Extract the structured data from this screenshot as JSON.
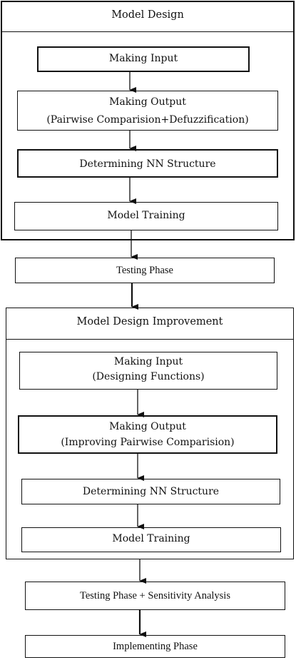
{
  "sections": [
    {
      "title": "Model Design",
      "steps": [
        {
          "lines": [
            "Making Input"
          ]
        },
        {
          "lines": [
            "Making Output",
            "(Pairwise Comparision+Defuzzification)"
          ]
        },
        {
          "lines": [
            "Determining NN Structure"
          ]
        },
        {
          "lines": [
            "Model Training"
          ]
        }
      ]
    },
    {
      "title": "Model Design Improvement",
      "steps": [
        {
          "lines": [
            "Making Input",
            "(Designing Functions)"
          ]
        },
        {
          "lines": [
            "Making Output",
            "(Improving Pairwise Comparision)"
          ]
        },
        {
          "lines": [
            "Determining NN Structure"
          ]
        },
        {
          "lines": [
            "Model Training"
          ]
        }
      ]
    }
  ],
  "phases": [
    {
      "label": "Testing Phase"
    },
    {
      "label": "Testing Phase + Sensitivity Analysis"
    },
    {
      "label": "Implementing Phase"
    }
  ]
}
